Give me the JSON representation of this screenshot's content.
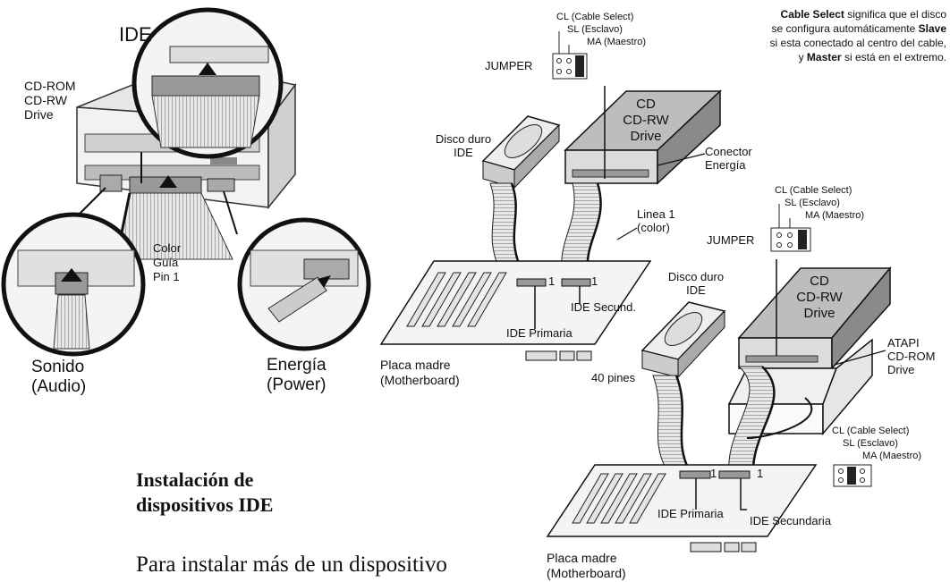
{
  "labels": {
    "ide_title": "IDE",
    "cdrom_drive": "CD-ROM\nCD-RW\nDrive",
    "color_guia": "Color\nGuía\nPin 1",
    "sonido": "Sonido\n(Audio)",
    "energia": "Energía\n(Power)",
    "jumper_1": "JUMPER",
    "jumper_2": "JUMPER",
    "cl_1": "CL (Cable Select)",
    "sl_1": "SL (Esclavo)",
    "ma_1": "MA (Maestro)",
    "cl_2": "CL (Cable Select)",
    "sl_2": "SL (Esclavo)",
    "ma_2": "MA (Maestro)",
    "cl_3": "CL (Cable Select)",
    "sl_3": "SL (Esclavo)",
    "ma_3": "MA (Maestro)",
    "cd_drive_1": "CD\nCD-RW\nDrive",
    "cd_drive_2": "CD\nCD-RW\nDrive",
    "disco_1": "Disco duro\nIDE",
    "disco_2": "Disco duro\nIDE",
    "conector": "Conector\nEnergía",
    "linea": "Linea 1\n(color)",
    "pin1_a": "1",
    "pin1_b": "1",
    "pin1_c": "1",
    "pin1_d": "1",
    "ide_secund": "IDE Secund.",
    "ide_primaria_1": "IDE Primaria",
    "ide_primaria_2": "IDE Primaria",
    "ide_secundaria": "IDE Secundaria",
    "placa_1": "Placa madre\n(Motherboard)",
    "placa_2": "Placa madre\n(Motherboard)",
    "pines_40": "40 pines",
    "atapi": "ATAPI\nCD-ROM\nDrive"
  },
  "note": {
    "b1": "Cable Select",
    "t1": " significa que el disco",
    "t2": "se configura automáticamente ",
    "b2": "Slave",
    "t3": "si esta conectado al centro del cable,",
    "t4": "y ",
    "b3": "Master",
    "t5": " si está en el extremo."
  },
  "heading": "Instalación de\ndispositivos IDE",
  "paragraph": "Para instalar más de un dispositivo",
  "colors": {
    "ink": "#111111",
    "drive_gray": "#8a8a8a",
    "light_gray": "#d8d8d8",
    "mid_gray": "#b5b5b5"
  }
}
